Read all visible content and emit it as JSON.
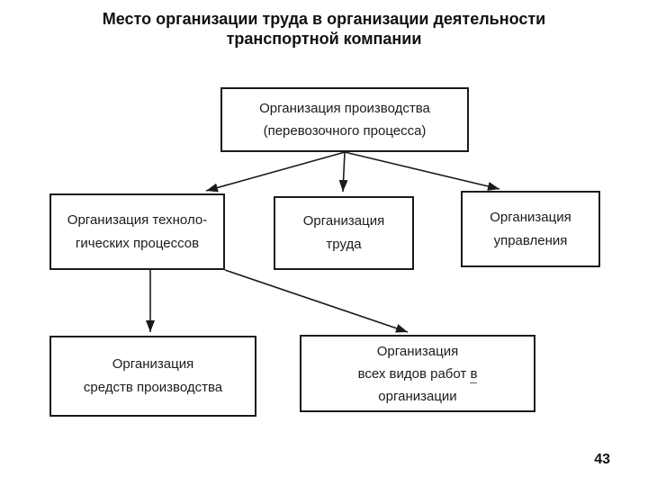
{
  "slide": {
    "title_line1": "Место организации труда в организации деятельности",
    "title_line2": "транспортной компании",
    "page_number": "43"
  },
  "boxes": {
    "production": {
      "line1": "Организация производства",
      "line2": "(перевозочного процесса)"
    },
    "tech_processes": {
      "line1": "Организация техноло-",
      "line2": "гических процессов"
    },
    "labor": {
      "line1": "Организация",
      "line2": "труда"
    },
    "management": {
      "line1": "Организация",
      "line2": "управления"
    },
    "means_of_production": {
      "line1": "Организация",
      "line2": "средств производства"
    },
    "all_work_types": {
      "line1": "Организация",
      "line2_prefix": "всех видов работ ",
      "line2_underlined": "в",
      "line3": "организации"
    }
  },
  "colors": {
    "line": "#1a1a1a",
    "text": "#1c1c1c",
    "background": "#ffffff"
  }
}
